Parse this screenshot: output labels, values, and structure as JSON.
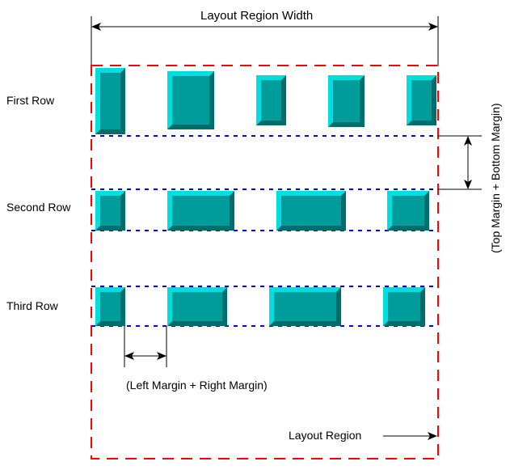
{
  "title_width_label": "Layout Region Width",
  "row_labels": [
    "First Row",
    "Second Row",
    "Third Row"
  ],
  "vertical_margin_label": "(Top Margin + Bottom Margin)",
  "horizontal_margin_label": "(Left Margin + Right Margin)",
  "layout_region_label": "Layout Region",
  "colors": {
    "region_border": "#ff0000",
    "row_border": "#0000ff",
    "box_face": "#009b9b",
    "box_highlight": "#00dede",
    "box_shadow": "#006d6d",
    "annotation": "#000000"
  },
  "rows": [
    {
      "name": "first-row",
      "item_count": 5
    },
    {
      "name": "second-row",
      "item_count": 4
    },
    {
      "name": "third-row",
      "item_count": 4
    }
  ]
}
